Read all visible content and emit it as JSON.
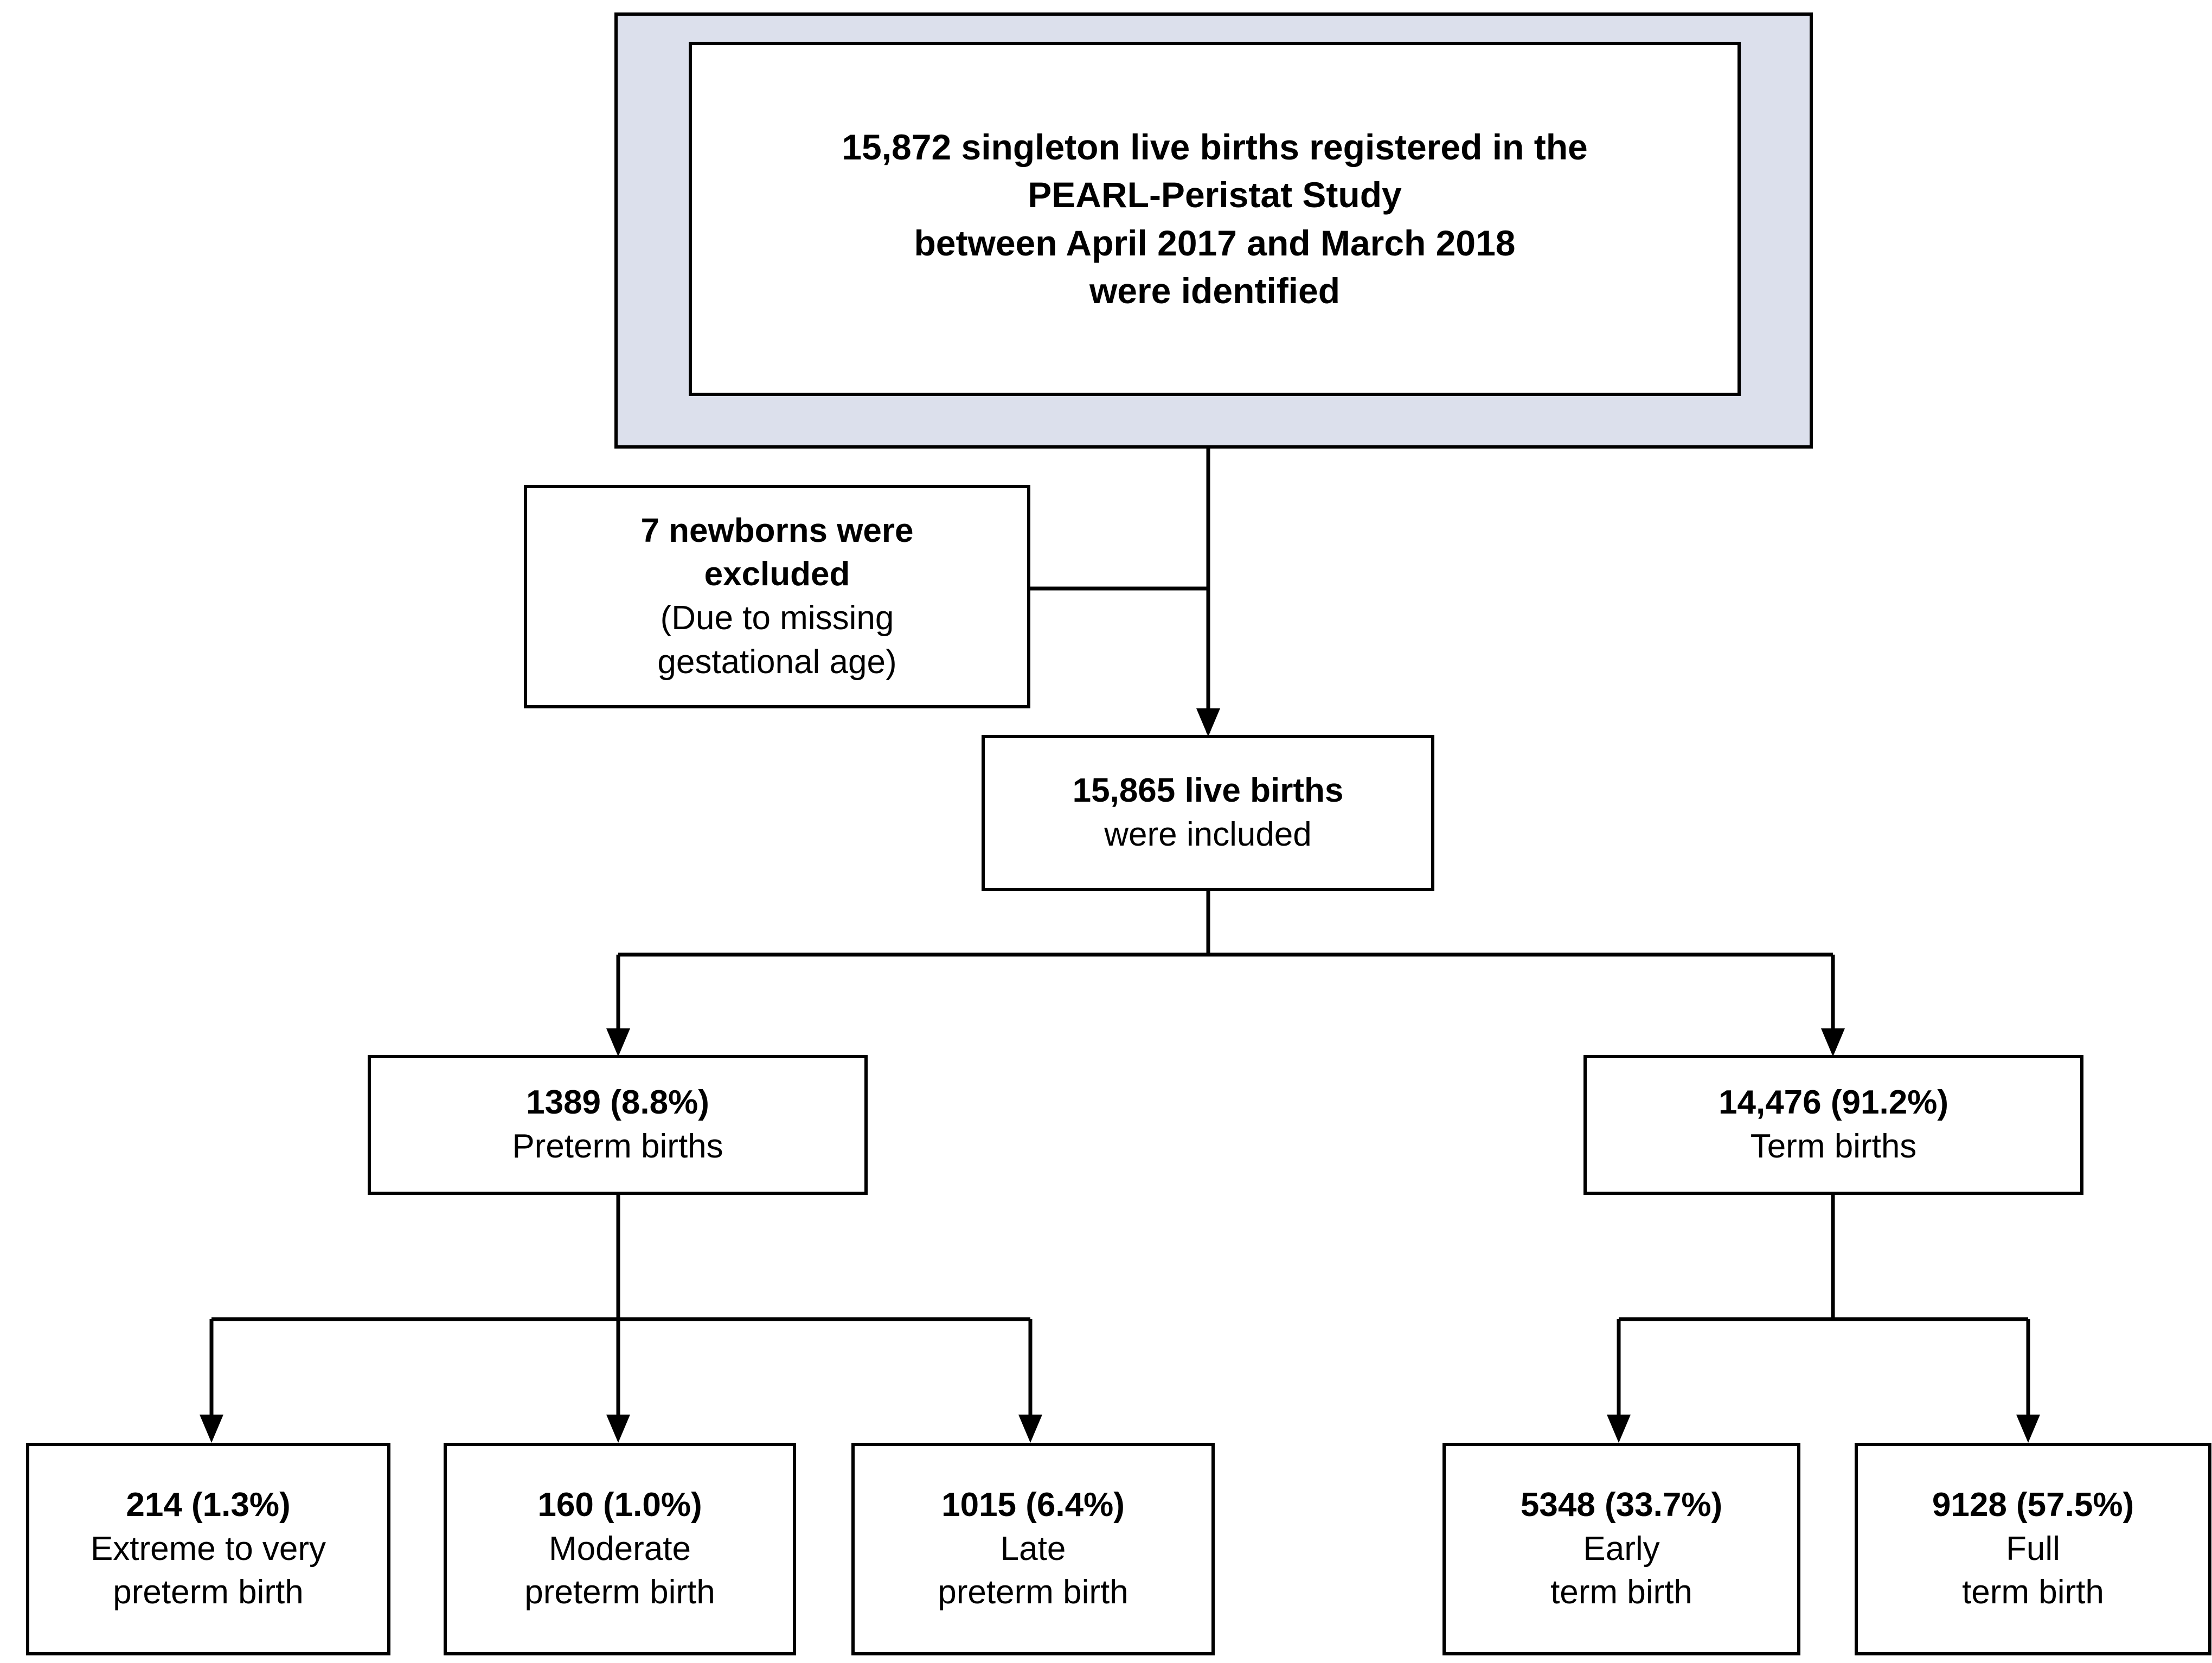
{
  "diagram": {
    "type": "study-flow-diagram",
    "title": "PEARL-Peristat Study gestational age flow chart",
    "accent_shade_color": "#dce0ec",
    "line_color": "#000000",
    "nodes": {
      "identified": {
        "line1": "15,872 singleton live births registered in the",
        "line2": "PEARL-Peristat Study",
        "line3": "between April 2017 and March 2018",
        "line4": "were identified"
      },
      "excluded": {
        "line1": "7 newborns were",
        "line2": "excluded",
        "line3": "(Due to missing",
        "line4": "gestational age)"
      },
      "included": {
        "line1": "15,865 live births",
        "line2": "were included"
      },
      "preterm": {
        "count": "1389 (8.8%)",
        "label": "Preterm births"
      },
      "term": {
        "count": "14,476 (91.2%)",
        "label": "Term births"
      },
      "extreme_very_preterm": {
        "count": "214 (1.3%)",
        "label_line1": "Extreme to very",
        "label_line2": "preterm birth"
      },
      "moderate_preterm": {
        "count": "160 (1.0%)",
        "label_line1": "Moderate",
        "label_line2": "preterm birth"
      },
      "late_preterm": {
        "count": "1015 (6.4%)",
        "label_line1": "Late",
        "label_line2": "preterm birth"
      },
      "early_term": {
        "count": "5348 (33.7%)",
        "label_line1": "Early",
        "label_line2": "term birth"
      },
      "full_term": {
        "count": "9128 (57.5%)",
        "label_line1": "Full",
        "label_line2": "term birth"
      }
    }
  }
}
